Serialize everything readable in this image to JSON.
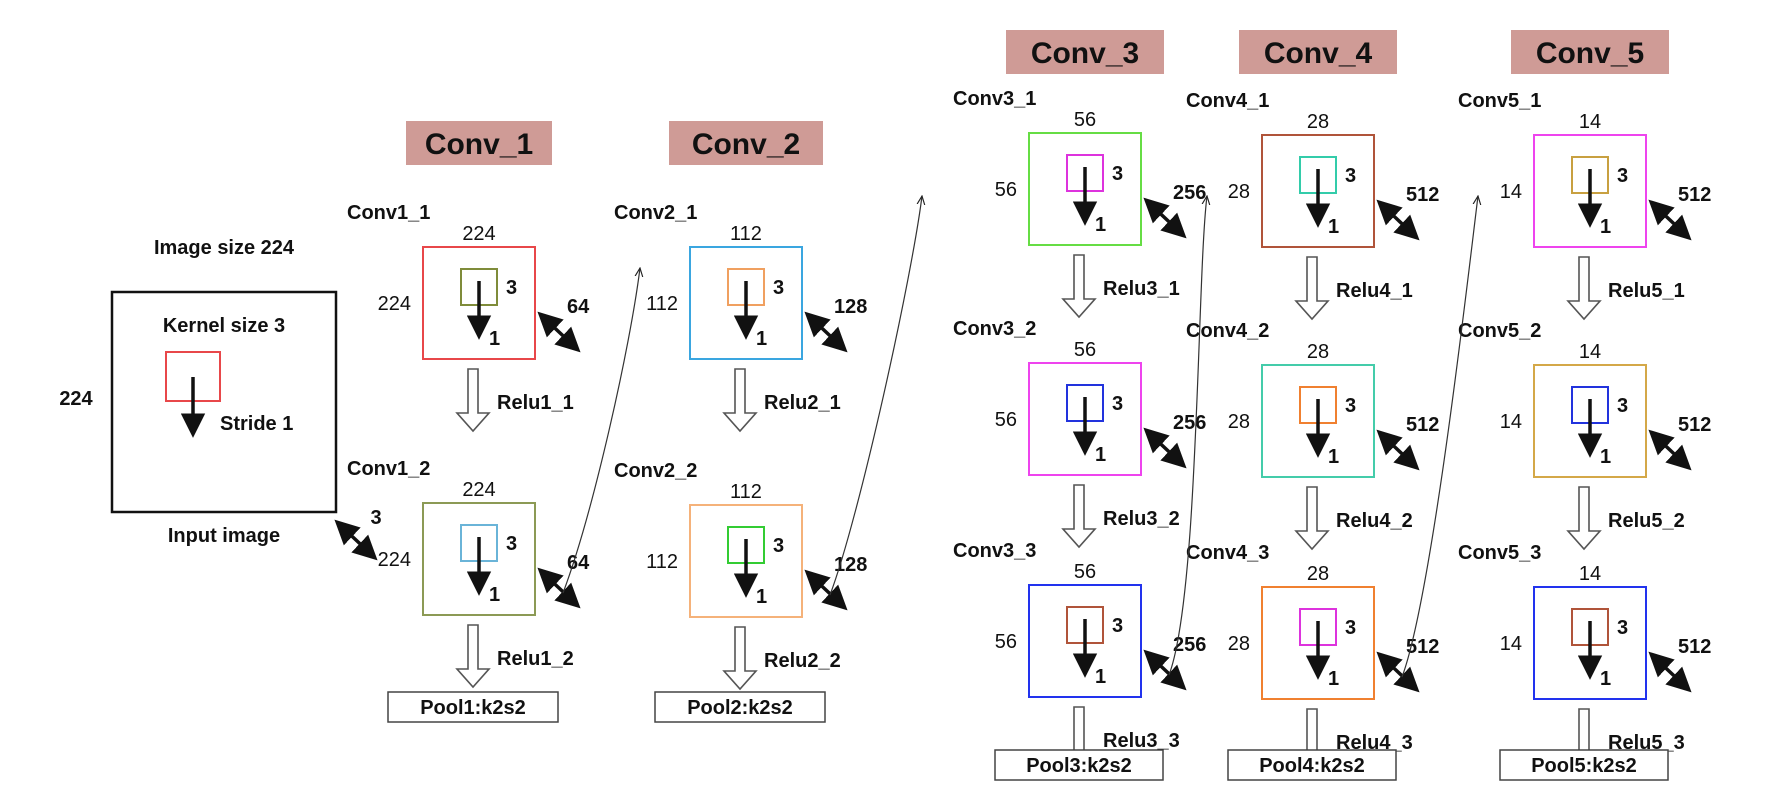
{
  "input": {
    "image_size": "Image size 224",
    "kernel_size": "Kernel size 3",
    "stride": "Stride 1",
    "side": "224",
    "channels": "3",
    "caption": "Input image"
  },
  "stages": [
    {
      "header": "Conv_1",
      "pool": "Pool1:k2s2",
      "layers": [
        {
          "name": "Conv1_1",
          "top": "224",
          "side": "224",
          "k": "3",
          "s": "1",
          "ch": "64",
          "relu": "Relu1_1",
          "box_color": "#e8474a",
          "kernel_color": "#7f8c3a"
        },
        {
          "name": "Conv1_2",
          "top": "224",
          "side": "224",
          "k": "3",
          "s": "1",
          "ch": "64",
          "relu": "Relu1_2",
          "box_color": "#8c9a55",
          "kernel_color": "#6ab4d8"
        }
      ]
    },
    {
      "header": "Conv_2",
      "pool": "Pool2:k2s2",
      "layers": [
        {
          "name": "Conv2_1",
          "top": "112",
          "side": "112",
          "k": "3",
          "s": "1",
          "ch": "128",
          "relu": "Relu2_1",
          "box_color": "#3aa6e0",
          "kernel_color": "#f0a060"
        },
        {
          "name": "Conv2_2",
          "top": "112",
          "side": "112",
          "k": "3",
          "s": "1",
          "ch": "128",
          "relu": "Relu2_2",
          "box_color": "#f5b27a",
          "kernel_color": "#33cc33"
        }
      ]
    },
    {
      "header": "Conv_3",
      "pool": "Pool3:k2s2",
      "layers": [
        {
          "name": "Conv3_1",
          "top": "56",
          "side": "56",
          "k": "3",
          "s": "1",
          "ch": "256",
          "relu": "Relu3_1",
          "box_color": "#66dd44",
          "kernel_color": "#dd33dd"
        },
        {
          "name": "Conv3_2",
          "top": "56",
          "side": "56",
          "k": "3",
          "s": "1",
          "ch": "256",
          "relu": "Relu3_2",
          "box_color": "#ee44ee",
          "kernel_color": "#2233dd"
        },
        {
          "name": "Conv3_3",
          "top": "56",
          "side": "56",
          "k": "3",
          "s": "1",
          "ch": "256",
          "relu": "Relu3_3",
          "box_color": "#2233ee",
          "kernel_color": "#b0543a"
        }
      ]
    },
    {
      "header": "Conv_4",
      "pool": "Pool4:k2s2",
      "layers": [
        {
          "name": "Conv4_1",
          "top": "28",
          "side": "28",
          "k": "3",
          "s": "1",
          "ch": "512",
          "relu": "Relu4_1",
          "box_color": "#b0543a",
          "kernel_color": "#33ccaa"
        },
        {
          "name": "Conv4_2",
          "top": "28",
          "side": "28",
          "k": "3",
          "s": "1",
          "ch": "512",
          "relu": "Relu4_2",
          "box_color": "#44ccaa",
          "kernel_color": "#f08030"
        },
        {
          "name": "Conv4_3",
          "top": "28",
          "side": "28",
          "k": "3",
          "s": "1",
          "ch": "512",
          "relu": "Relu4_3",
          "box_color": "#f08030",
          "kernel_color": "#dd33dd"
        }
      ]
    },
    {
      "header": "Conv_5",
      "pool": "Pool5:k2s2",
      "layers": [
        {
          "name": "Conv5_1",
          "top": "14",
          "side": "14",
          "k": "3",
          "s": "1",
          "ch": "512",
          "relu": "Relu5_1",
          "box_color": "#ee44ee",
          "kernel_color": "#c8a040"
        },
        {
          "name": "Conv5_2",
          "top": "14",
          "side": "14",
          "k": "3",
          "s": "1",
          "ch": "512",
          "relu": "Relu5_2",
          "box_color": "#d4a848",
          "kernel_color": "#2233dd"
        },
        {
          "name": "Conv5_3",
          "top": "14",
          "side": "14",
          "k": "3",
          "s": "1",
          "ch": "512",
          "relu": "Relu5_3",
          "box_color": "#2233ee",
          "kernel_color": "#b0543a"
        }
      ]
    }
  ],
  "colors": {
    "header_bg": "#cf9b96",
    "stroke": "#111111",
    "relu_arrow": "#555555"
  }
}
